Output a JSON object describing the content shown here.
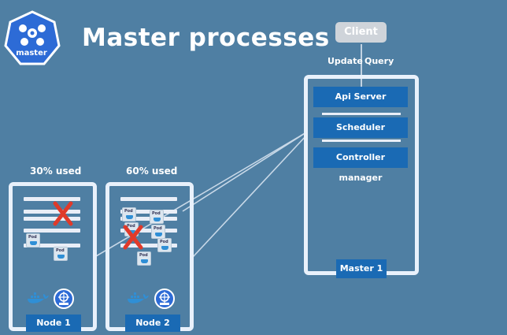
{
  "title": "Master processes",
  "logo": {
    "label": "master"
  },
  "client": {
    "label": "Client",
    "update_label": "Update",
    "query_label": "Query"
  },
  "master_node": {
    "label": "Master 1",
    "processes": [
      {
        "label": "Api Server"
      },
      {
        "label": "Scheduler"
      },
      {
        "label": "Controller manager"
      }
    ]
  },
  "worker_nodes": [
    {
      "label": "Node 1",
      "usage": "30% used",
      "pod_label": "Pod"
    },
    {
      "label": "Node 2",
      "usage": "60% used",
      "pod_label": "Pod"
    }
  ],
  "colors": {
    "background": "#4f7fa3",
    "process_box": "#1a6ab4",
    "border": "#e9f1fb",
    "failed_mark": "#e03a2a",
    "client_box": "#cfd4da"
  },
  "icons": [
    "kubernetes-icon",
    "docker-icon",
    "pod-icon",
    "failed-x-icon"
  ]
}
